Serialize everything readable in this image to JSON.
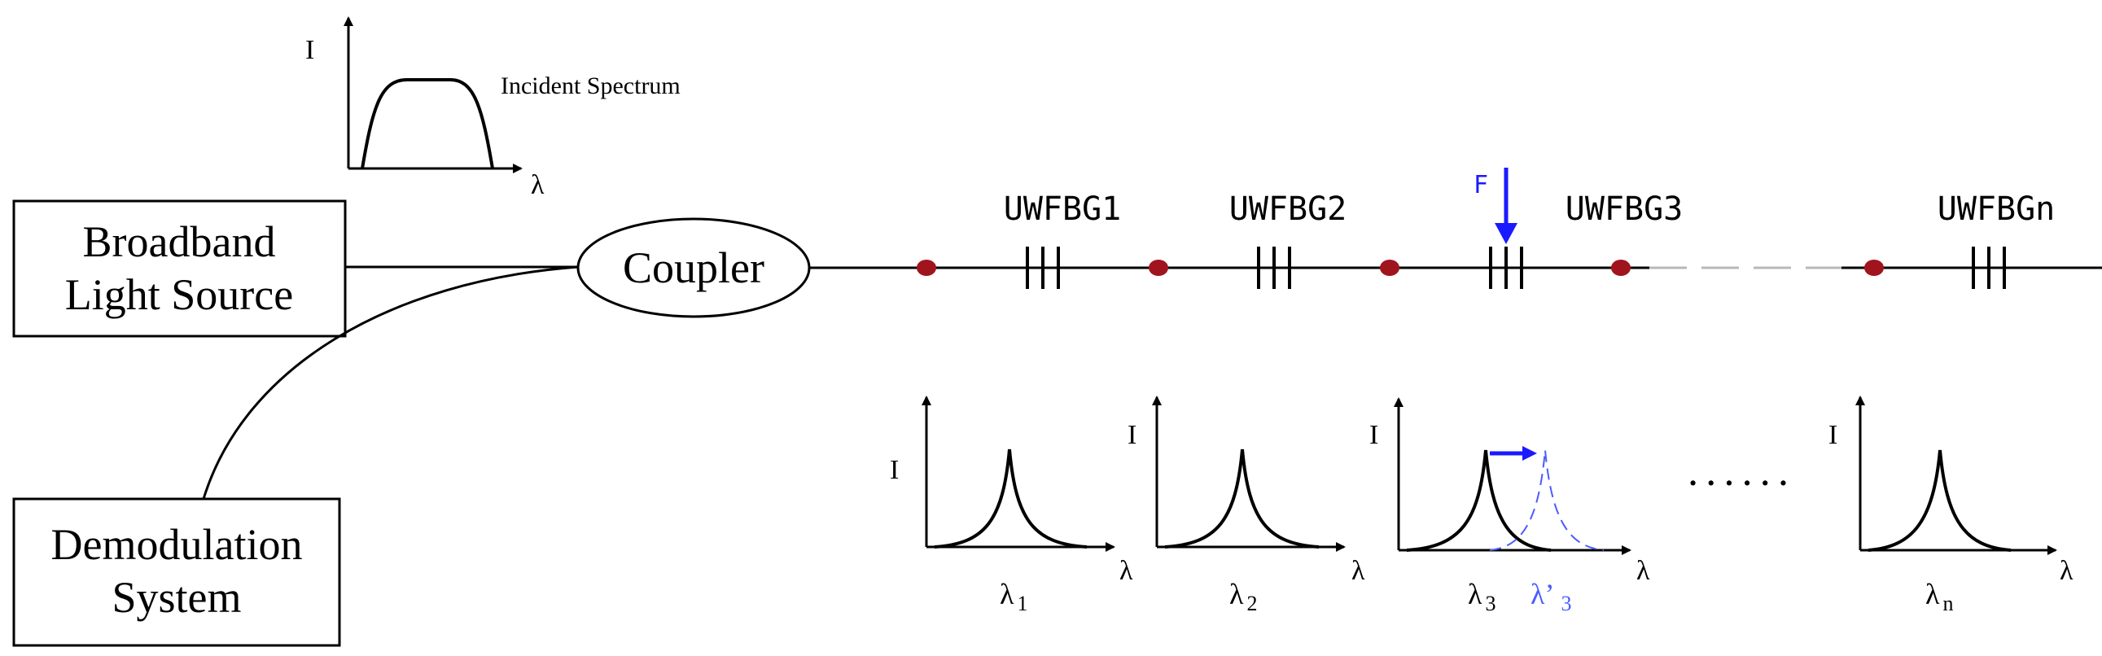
{
  "colors": {
    "line": "#000000",
    "splice": "#a0141e",
    "force": "#1a1aff",
    "shifted": "#4a5cff",
    "dashed_fiber": "#b8b8b8"
  },
  "source": {
    "line1": "Broadband",
    "line2": "Light Source"
  },
  "demod": {
    "line1": "Demodulation",
    "line2": "System"
  },
  "coupler": {
    "label": "Coupler"
  },
  "incident": {
    "label": "Incident Spectrum",
    "y_axis": "I",
    "x_axis": "λ"
  },
  "gratings": [
    {
      "label": "UWFBG1"
    },
    {
      "label": "UWFBG2"
    },
    {
      "label": "UWFBG3"
    },
    {
      "label": "UWFBGn"
    }
  ],
  "force": {
    "label": "F"
  },
  "spectra": [
    {
      "y_axis": "I",
      "x_axis": "λ",
      "lambda": "λ",
      "sub": "1"
    },
    {
      "y_axis": "I",
      "x_axis": "λ",
      "lambda": "λ",
      "sub": "2"
    },
    {
      "y_axis": "I",
      "x_axis": "λ",
      "lambda": "λ",
      "sub": "3",
      "shifted_lambda": "λ’",
      "shifted_sub": "3"
    },
    {
      "y_axis": "I",
      "x_axis": "λ",
      "lambda": "λ",
      "sub": "n"
    }
  ],
  "ellipsis": "· · · · · ·"
}
